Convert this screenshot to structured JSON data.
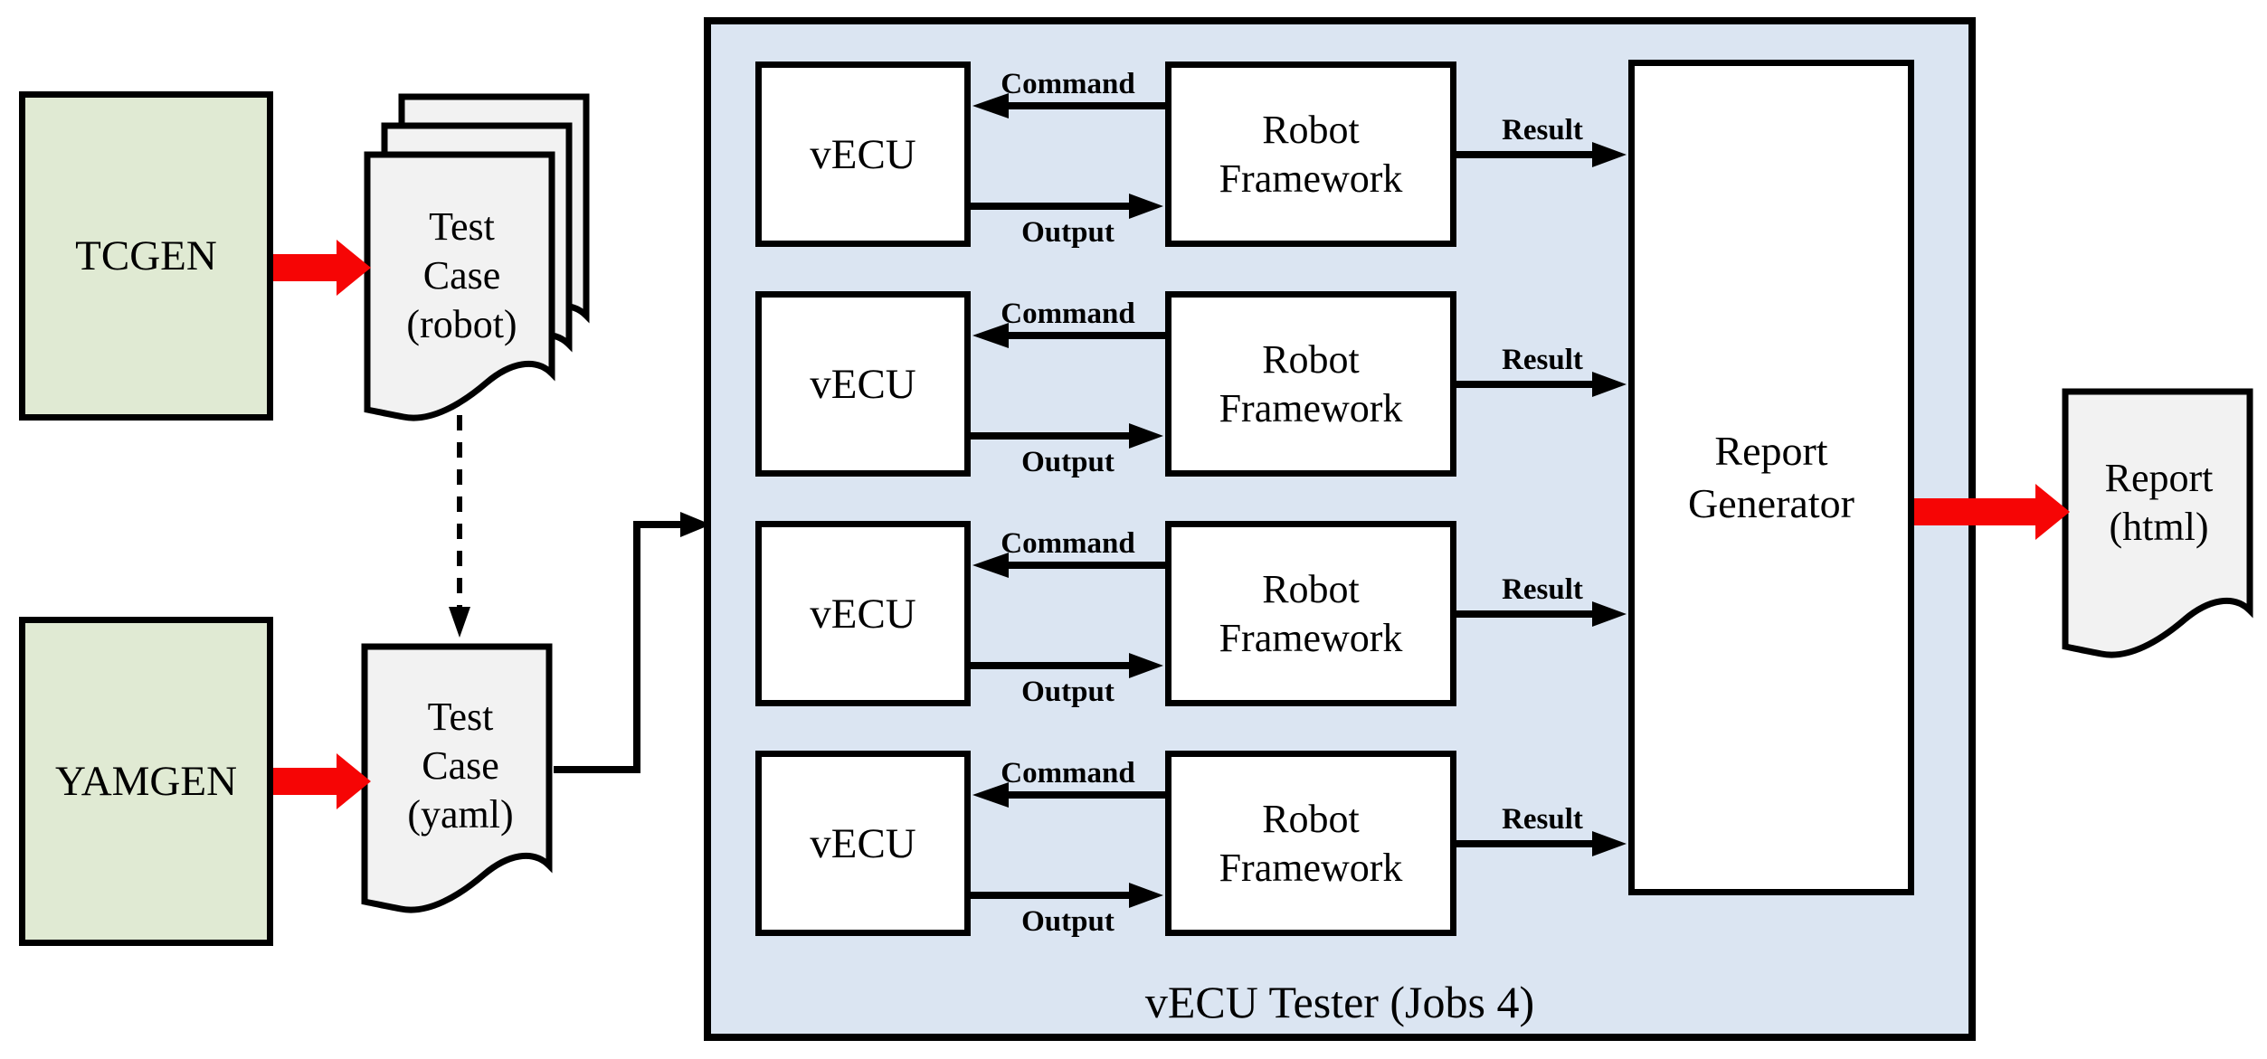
{
  "sources": {
    "tcgen_label": "TCGEN",
    "yamgen_label": "YAMGEN"
  },
  "documents": {
    "test_case_robot": {
      "line1": "Test",
      "line2": "Case",
      "line3": "(robot)"
    },
    "test_case_yaml": {
      "line1": "Test",
      "line2": "Case",
      "line3": "(yaml)"
    },
    "report_html": {
      "line1": "Report",
      "line2": "(html)"
    }
  },
  "tester": {
    "label": "vECU Tester (Jobs 4)",
    "report_generator": {
      "line1": "Report",
      "line2": "Generator"
    },
    "rows": [
      {
        "vecu": "vECU",
        "framework_line1": "Robot",
        "framework_line2": "Framework",
        "command": "Command",
        "output": "Output",
        "result": "Result"
      },
      {
        "vecu": "vECU",
        "framework_line1": "Robot",
        "framework_line2": "Framework",
        "command": "Command",
        "output": "Output",
        "result": "Result"
      },
      {
        "vecu": "vECU",
        "framework_line1": "Robot",
        "framework_line2": "Framework",
        "command": "Command",
        "output": "Output",
        "result": "Result"
      },
      {
        "vecu": "vECU",
        "framework_line1": "Robot",
        "framework_line2": "Framework",
        "command": "Command",
        "output": "Output",
        "result": "Result"
      }
    ]
  },
  "colors": {
    "accent-red": "#f60505",
    "container-blue": "#dbe5f2",
    "box-green": "#e0ead3",
    "doc-gray": "#f2f2f2",
    "line-black": "#000000"
  }
}
